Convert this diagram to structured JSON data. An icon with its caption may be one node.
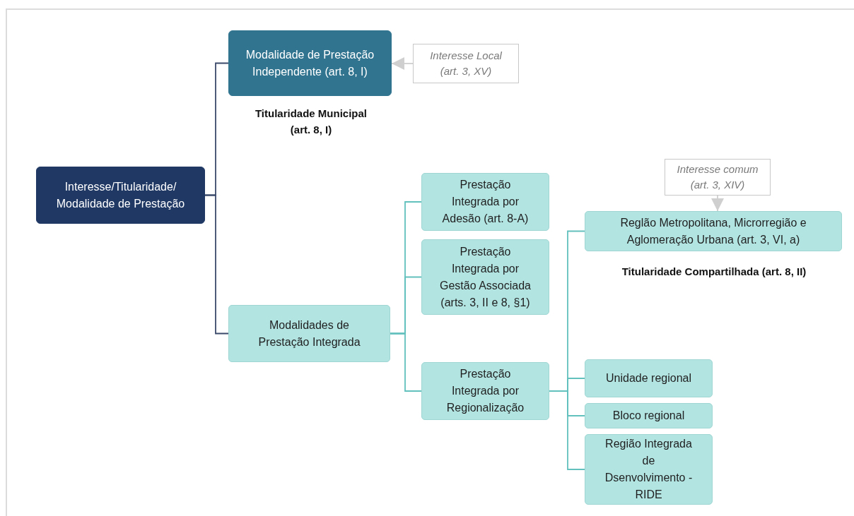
{
  "diagram": {
    "nodes": [
      {
        "text": [
          "Interesse/Titularidade/ Modalidade de Prestação"
        ]
      },
      {
        "text": [
          "Modalidade de Prestação Independente (art. 8, I)"
        ],
        "beside": [
          "Titularidade Municipal (art. 8, I)"
        ]
      },
      {
        "text": [
          "Interesse Local (art. 3, XV)"
        ]
      },
      {
        "text": [
          "Modalidades de Prestação Integrada"
        ]
      },
      {
        "text": [
          "Prestação Integrada por Adesão (art. 8-A)"
        ]
      },
      {
        "text": [
          "Prestação Integrada por Gestão Associada (arts. 3, II e 8, §1)"
        ]
      },
      {
        "text": [
          "Prestação Integrada por Regionalização"
        ]
      },
      {
        "text": [
          "Interesse comum (art. 3, XIV)"
        ]
      },
      {
        "text": [
          "Reglão Metropolitana, Microrregião e Aglomeração Urbana (art. 3, VI, a)"
        ],
        "beside": [
          "Titularidade Compartilhada (art. 8, II)"
        ]
      },
      {
        "text": [
          "Unidade regional"
        ]
      },
      {
        "text": [
          "Bloco regional"
        ]
      },
      {
        "text": [
          "Região Integrada de Dsenvolvimento - RIDE"
        ]
      }
    ],
    "edges": [
      {
        "from": 0,
        "to": 1,
        "arrow": "none",
        "color": "#3b4a6b"
      },
      {
        "from": 0,
        "to": 3,
        "arrow": "none",
        "color": "#3b4a6b"
      },
      {
        "from": 2,
        "to": 1,
        "arrow": "to",
        "color": "#cfcfcf"
      },
      {
        "from": 3,
        "to": 4,
        "arrow": "none"
      },
      {
        "from": 3,
        "to": 5,
        "arrow": "none"
      },
      {
        "from": 3,
        "to": 6,
        "arrow": "none"
      },
      {
        "from": 7,
        "to": 8,
        "arrow": "to",
        "color": "#cfcfcf"
      },
      {
        "from": 6,
        "to": 8,
        "arrow": "none"
      },
      {
        "from": 6,
        "to": 9,
        "arrow": "none"
      },
      {
        "from": 6,
        "to": 10,
        "arrow": "none"
      },
      {
        "from": 6,
        "to": 11,
        "arrow": "none"
      }
    ]
  }
}
